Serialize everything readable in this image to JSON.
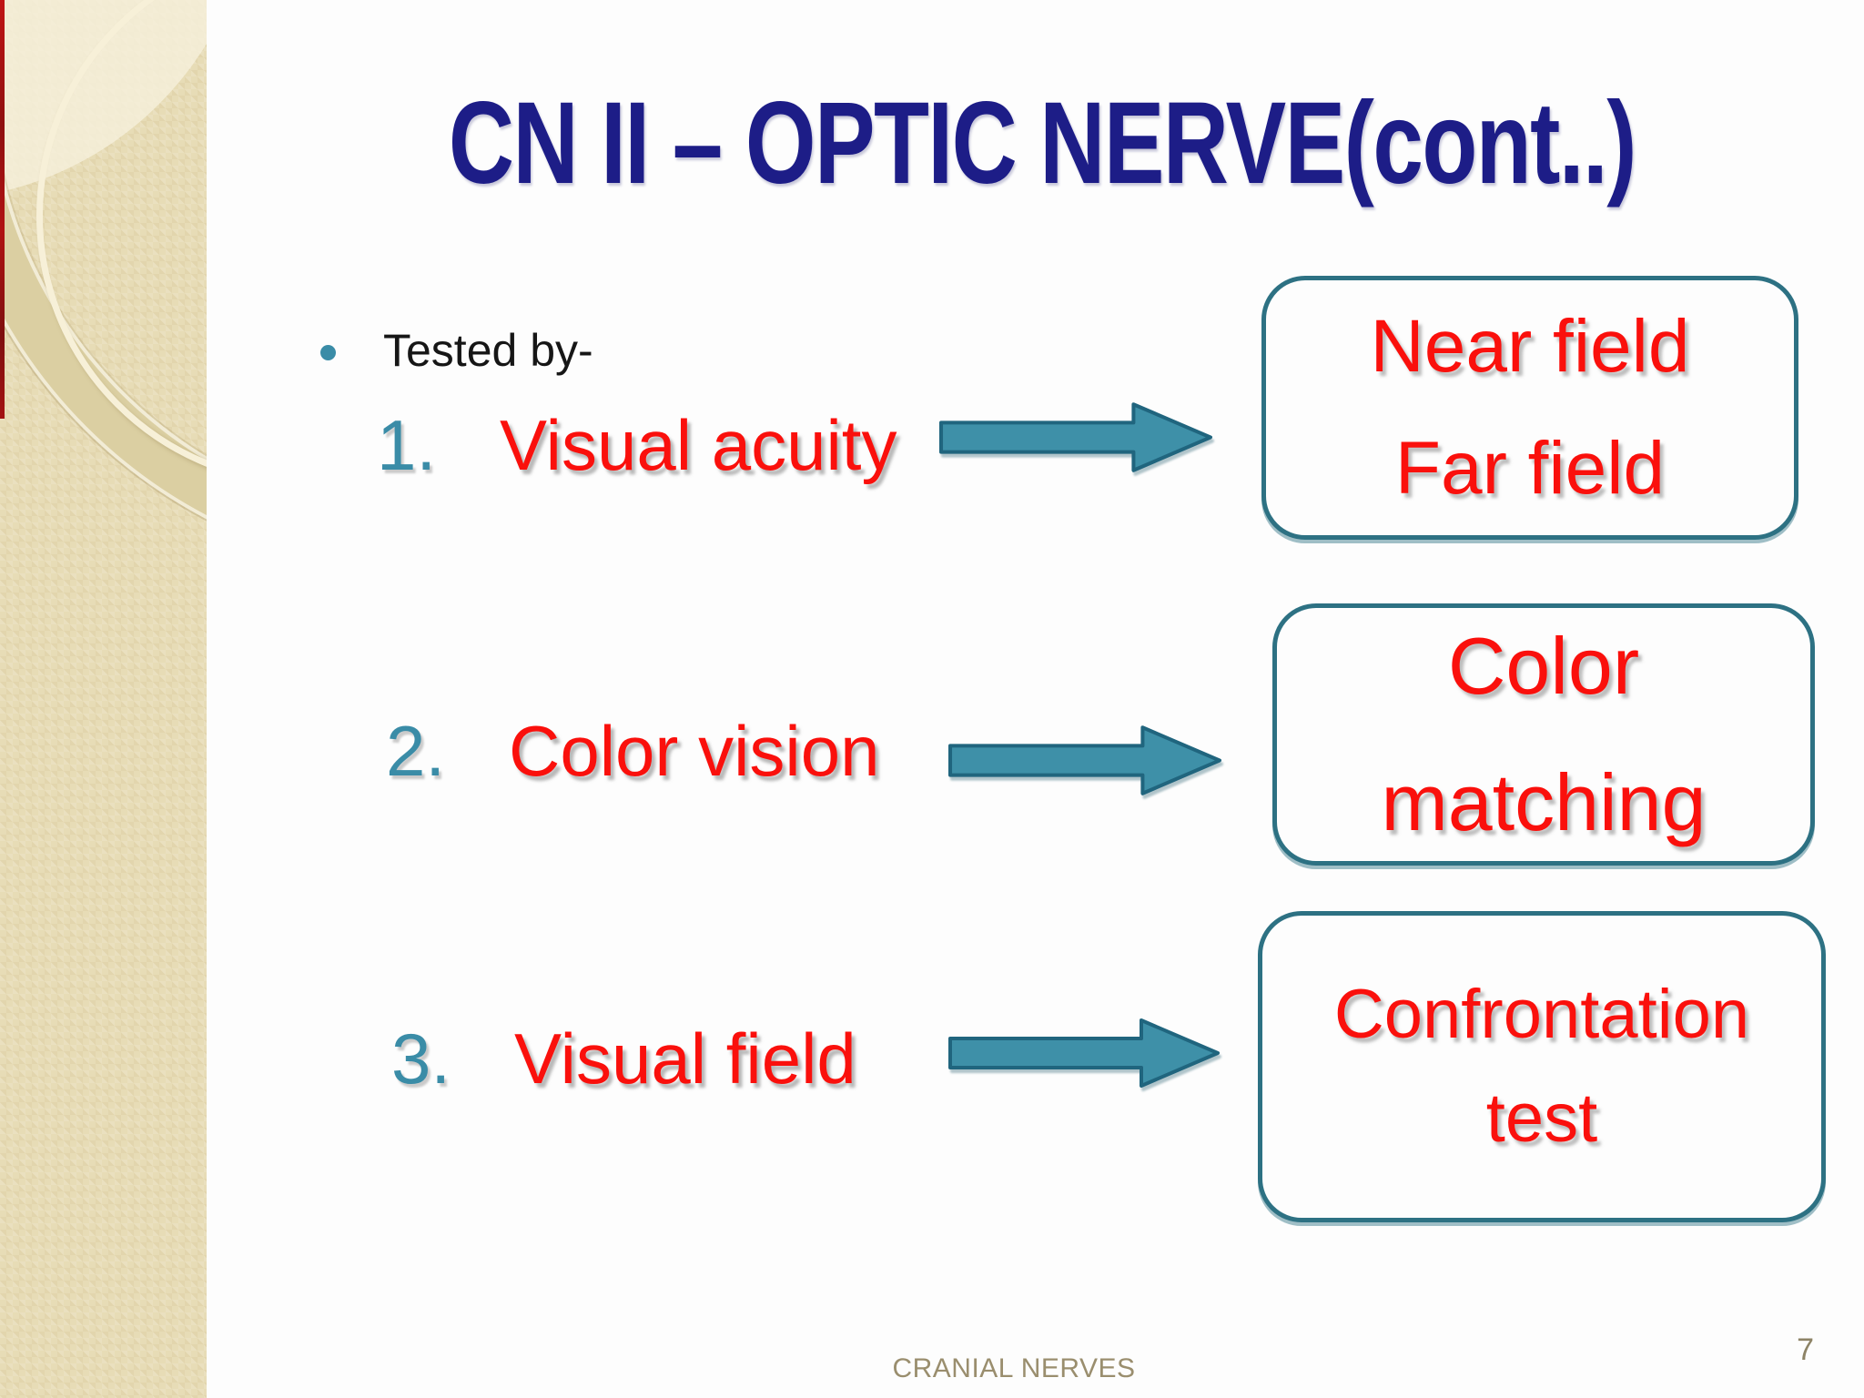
{
  "slide": {
    "title": "CN II – OPTIC NERVE(cont..)",
    "bullet_text": "Tested by-",
    "rows": [
      {
        "number": "1.",
        "label": "Visual acuity",
        "box_lines": [
          "Near field",
          "Far field"
        ]
      },
      {
        "number": "2.",
        "label": "Color vision",
        "box_lines": [
          "Color",
          "matching"
        ]
      },
      {
        "number": "3.",
        "label": "Visual field",
        "box_lines": [
          "Confrontation",
          "test"
        ]
      }
    ],
    "footer": {
      "text": "CRANIAL NERVES",
      "page_number": "7"
    },
    "icons": {
      "arrow": "arrow-right-icon",
      "bullet": "bullet-dot-icon"
    },
    "colors": {
      "title_navy": "#1d1d87",
      "list_red": "#fa100c",
      "accent_teal": "#3a8ca7",
      "box_border_teal": "#2d7183",
      "arrow_fill_teal": "#3e90a8",
      "footer_tan": "#9a8e6e",
      "sidebar_beige": "#e7dcb6",
      "edge_strip_red": "#a31212"
    }
  }
}
